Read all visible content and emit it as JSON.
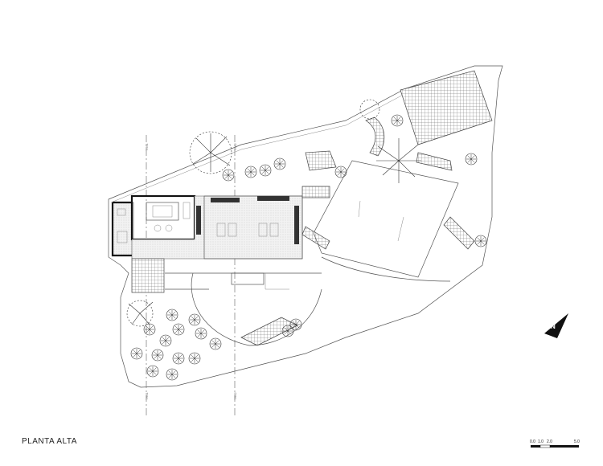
{
  "drawing": {
    "title": "PLANTA ALTA",
    "north_label": "N",
    "scale_labels": [
      "0.0",
      "1.0",
      "2.0",
      "5.0"
    ],
    "axis_labels": [
      "TR01",
      "TR02",
      "TR01",
      "TR02"
    ]
  }
}
